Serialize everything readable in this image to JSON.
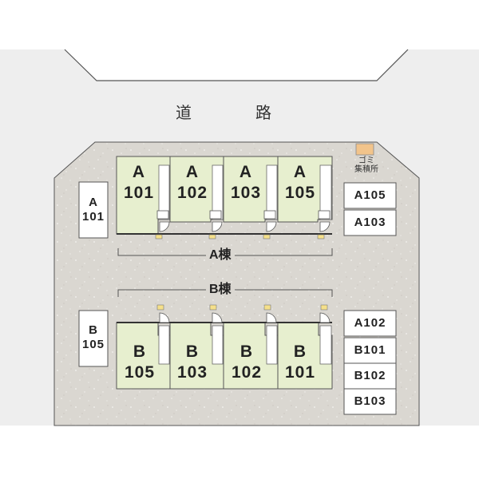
{
  "road": {
    "label": "道　路"
  },
  "garbage": {
    "line1": "ゴミ",
    "line2": "集積所"
  },
  "building_a": {
    "label": "A棟",
    "units": [
      {
        "label_top": "A",
        "label_bottom": "101"
      },
      {
        "label_top": "A",
        "label_bottom": "102"
      },
      {
        "label_top": "A",
        "label_bottom": "103"
      },
      {
        "label_top": "A",
        "label_bottom": "105"
      }
    ]
  },
  "building_b": {
    "label": "B棟",
    "units": [
      {
        "label_top": "B",
        "label_bottom": "105"
      },
      {
        "label_top": "B",
        "label_bottom": "103"
      },
      {
        "label_top": "B",
        "label_bottom": "102"
      },
      {
        "label_top": "B",
        "label_bottom": "101"
      }
    ]
  },
  "parking": {
    "left_top": {
      "label_top": "A",
      "label_bottom": "101"
    },
    "left_bottom": {
      "label_top": "B",
      "label_bottom": "105"
    },
    "right_top": [
      "A105",
      "A103"
    ],
    "right_bottom": [
      "A102",
      "B101",
      "B102",
      "B103"
    ]
  },
  "colors": {
    "ground": "#dad7d1",
    "unit_fill": "#e7efcf",
    "road_background": "#eeeeee",
    "outline": "#555555"
  }
}
